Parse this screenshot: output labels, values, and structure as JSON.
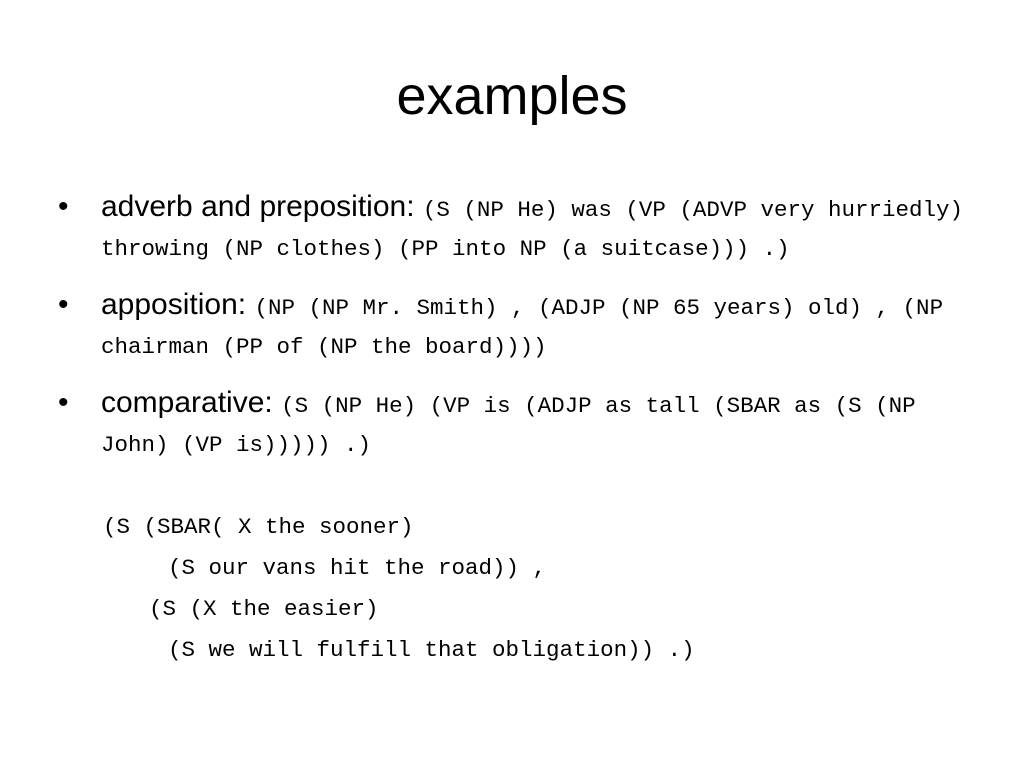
{
  "title": "examples",
  "bullet_symbol": "•",
  "bullets": [
    {
      "label": "adverb and preposition: ",
      "code": "(S (NP He) was (VP (ADVP very hurriedly) throwing (NP clothes) (PP into NP (a suitcase))) .)"
    },
    {
      "label": "apposition: ",
      "code": "(NP (NP Mr. Smith) , (ADJP (NP 65 years) old) , (NP chairman (PP of (NP the board))))"
    },
    {
      "label": "comparative: ",
      "code": "(S (NP He) (VP is (ADJP as tall (SBAR as (S (NP John) (VP is))))) .)"
    }
  ],
  "tree_lines": [
    "(S (SBAR( X the sooner)",
    "(S our vans hit the road)) ,",
    "(S (X the easier)",
    "(S we will fulfill that obligation)) .)"
  ]
}
